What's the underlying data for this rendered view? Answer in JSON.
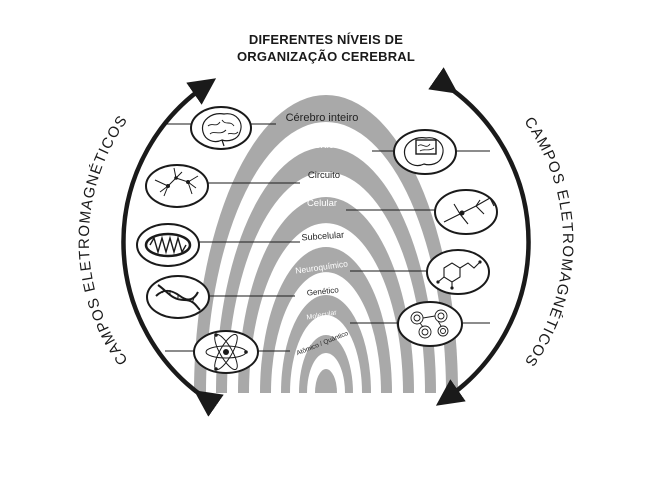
{
  "title": {
    "line1": "DIFERENTES NÍVEIS DE",
    "line2": "ORGANIZAÇÃO CEREBRAL"
  },
  "side_labels": {
    "left": "CAMPOS ELETROMAGNÉTICOS",
    "right": "CAMPOS ELETROMAGNÉTICOS"
  },
  "levels": [
    {
      "label": "Cérebro inteiro",
      "icon": "brain-icon"
    },
    {
      "label": "Cortical",
      "icon": "cortex-icon"
    },
    {
      "label": "Circuito",
      "icon": "neural-circuit-icon"
    },
    {
      "label": "Celular",
      "icon": "neuron-icon"
    },
    {
      "label": "Subcelular",
      "icon": "mitochondrion-icon"
    },
    {
      "label": "Neuroquímico",
      "icon": "molecule-icon"
    },
    {
      "label": "Genético",
      "icon": "dna-icon"
    },
    {
      "label": "Molecular",
      "icon": "protein-icon"
    },
    {
      "label": "Atômico / Quântico",
      "icon": "atom-icon"
    }
  ],
  "colors": {
    "band": "#a9a9a9",
    "ink": "#1a1a1a",
    "band_text_light": "#ffffff",
    "band_text_dark": "#222222"
  }
}
